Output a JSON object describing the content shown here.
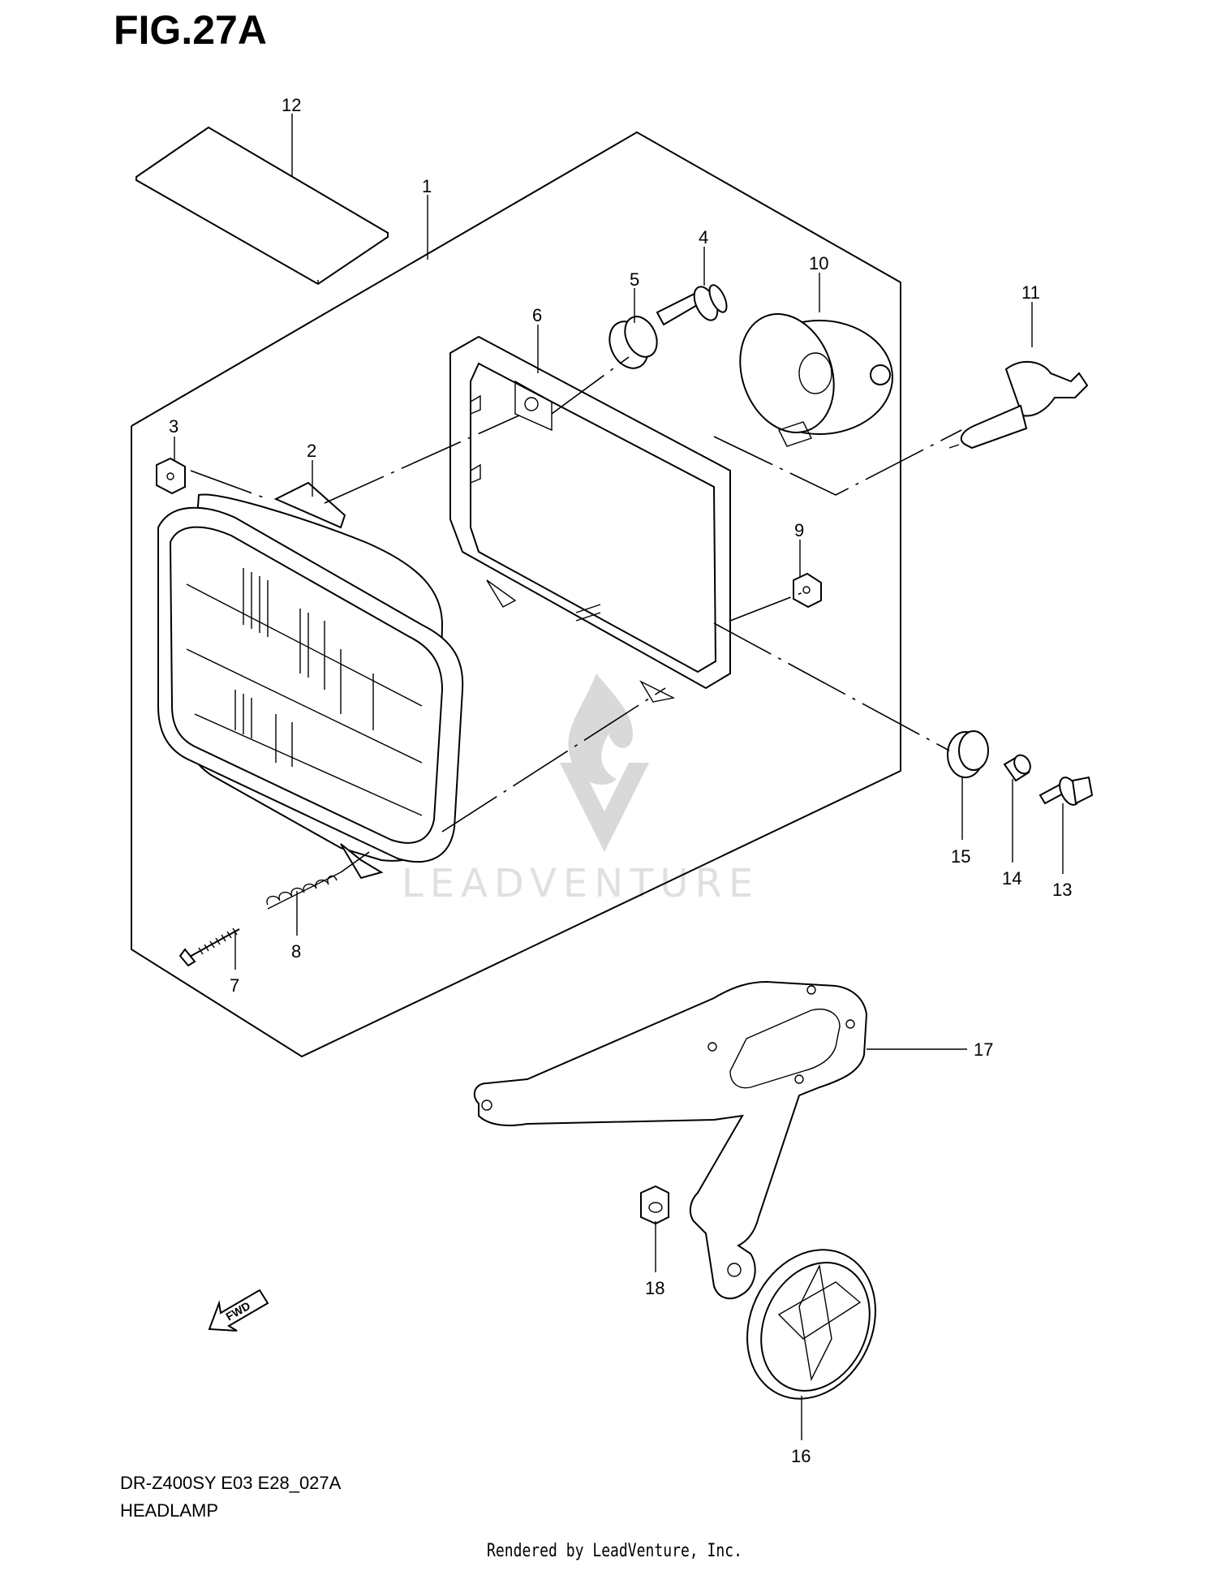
{
  "figure": {
    "title": "FIG.27A"
  },
  "callouts": [
    {
      "id": "12",
      "text": "12"
    },
    {
      "id": "1",
      "text": "1"
    },
    {
      "id": "4",
      "text": "4"
    },
    {
      "id": "5",
      "text": "5"
    },
    {
      "id": "10",
      "text": "10"
    },
    {
      "id": "6",
      "text": "6"
    },
    {
      "id": "11",
      "text": "11"
    },
    {
      "id": "3",
      "text": "3"
    },
    {
      "id": "2",
      "text": "2"
    },
    {
      "id": "9",
      "text": "9"
    },
    {
      "id": "15",
      "text": "15"
    },
    {
      "id": "14",
      "text": "14"
    },
    {
      "id": "13",
      "text": "13"
    },
    {
      "id": "8",
      "text": "8"
    },
    {
      "id": "7",
      "text": "7"
    },
    {
      "id": "17",
      "text": "17"
    },
    {
      "id": "18",
      "text": "18"
    },
    {
      "id": "16",
      "text": "16"
    }
  ],
  "fwd_arrow": {
    "text": "FWD"
  },
  "watermark": {
    "text": "LEADVENTURE"
  },
  "footer": {
    "model": "DR-Z400SY E03 E28_027A",
    "name": "HEADLAMP",
    "credit": "Rendered by LeadVenture, Inc."
  }
}
